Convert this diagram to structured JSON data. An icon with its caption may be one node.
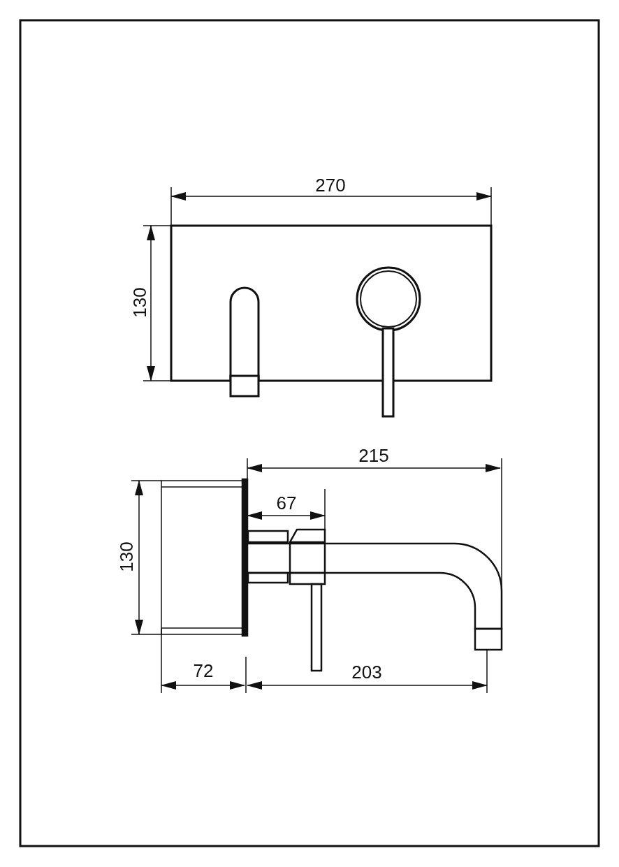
{
  "diagram": {
    "labels": [
      "270",
      "130",
      "215",
      "67",
      "130",
      "72",
      "203"
    ]
  }
}
